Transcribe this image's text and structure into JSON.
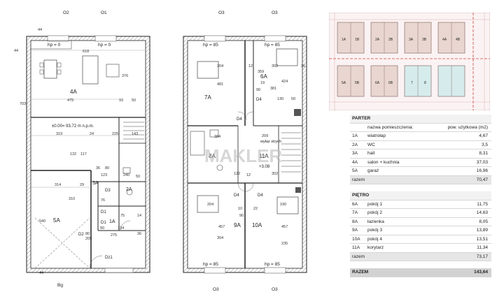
{
  "ground_floor": {
    "hp_left": "hp = 0",
    "hp_right": "hp = 0",
    "axis_top": "O2",
    "axis_top2": "O1",
    "axis_bottom": "Bg",
    "level": "±0.00= 93.72 m n.p.m.",
    "doors": [
      "D1",
      "D2",
      "D3",
      "D1",
      "Dz1"
    ],
    "rooms": {
      "r4": "4A",
      "r5": "5A",
      "r3": "3A",
      "r2": "2A",
      "r1": "1A"
    },
    "dims": [
      "44",
      "44",
      "618",
      "703",
      "475",
      "376",
      "93",
      "50",
      "319",
      "24",
      "225",
      "143",
      "117",
      "132",
      "314",
      "29",
      "123",
      "36",
      "80",
      "240",
      "310",
      "540",
      "90",
      "134",
      "275",
      "76",
      "75",
      "14",
      "50",
      "36",
      "80",
      "205",
      "44"
    ]
  },
  "upper_floor": {
    "hp_tl": "hp = 85",
    "hp_tr": "hp = 85",
    "hp_bl": "hp = 85",
    "hp_br": "hp = 85",
    "axis_top": "O3",
    "axis_top2": "O3",
    "axis_bottom": "O3",
    "axis_bottom2": "O3",
    "rooms": {
      "r7": "7A",
      "r6": "6A",
      "r8": "8A",
      "r9": "9A",
      "r10": "10A",
      "r11": "11A"
    },
    "doors": [
      "D4",
      "D4",
      "D4",
      "D4"
    ],
    "stair_note": "wyłaz strych",
    "level": "+3.08",
    "dims": [
      "304",
      "12",
      "302",
      "36",
      "481",
      "359",
      "424",
      "381",
      "19",
      "90",
      "130",
      "50",
      "384",
      "209",
      "12",
      "122",
      "302",
      "204",
      "10",
      "190",
      "457",
      "22",
      "90",
      "457",
      "304",
      "235"
    ]
  },
  "watermark": "MAKLER",
  "site_plan": {
    "unit_labels": [
      "1A",
      "1B",
      "2A",
      "2B",
      "3A",
      "3B",
      "4A",
      "4B",
      "5A",
      "5B",
      "6A",
      "6B",
      "7",
      "8"
    ]
  },
  "table": {
    "parter_title": "PARTER",
    "col_name": "nazwa pomieszczenia:",
    "col_area": "pow. użytkowa (m2)",
    "parter_rows": [
      {
        "no": "1A",
        "name": "wiatrołap",
        "area": "4,67"
      },
      {
        "no": "2A",
        "name": "WC",
        "area": "3,5"
      },
      {
        "no": "3A",
        "name": "hall",
        "area": "8,31"
      },
      {
        "no": "4A",
        "name": "salon + kuchnia",
        "area": "37,03"
      },
      {
        "no": "5A",
        "name": "garaż",
        "area": "16,96"
      }
    ],
    "parter_sum_label": "razem",
    "parter_sum": "70,47",
    "pietro_title": "PIĘTRO",
    "pietro_rows": [
      {
        "no": "6A",
        "name": "pokój 1",
        "area": "11,75"
      },
      {
        "no": "7A",
        "name": "pokój 2",
        "area": "14,63"
      },
      {
        "no": "8A",
        "name": "łazienka",
        "area": "8,05"
      },
      {
        "no": "9A",
        "name": "pokój 3",
        "area": "13,89"
      },
      {
        "no": "10A",
        "name": "pokój 4",
        "area": "13,51"
      },
      {
        "no": "11A",
        "name": "korytarz",
        "area": "11,34"
      }
    ],
    "pietro_sum_label": "razem",
    "pietro_sum": "73,17",
    "total_label": "RAZEM",
    "total": "143,64"
  }
}
